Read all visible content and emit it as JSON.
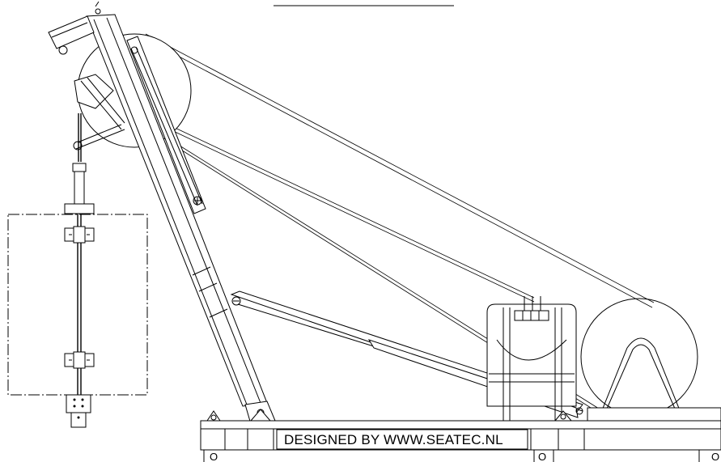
{
  "drawing": {
    "credit": "DESIGNED BY WWW.SEATEC.NL",
    "base_marks": [
      "O",
      "O",
      "O"
    ]
  }
}
